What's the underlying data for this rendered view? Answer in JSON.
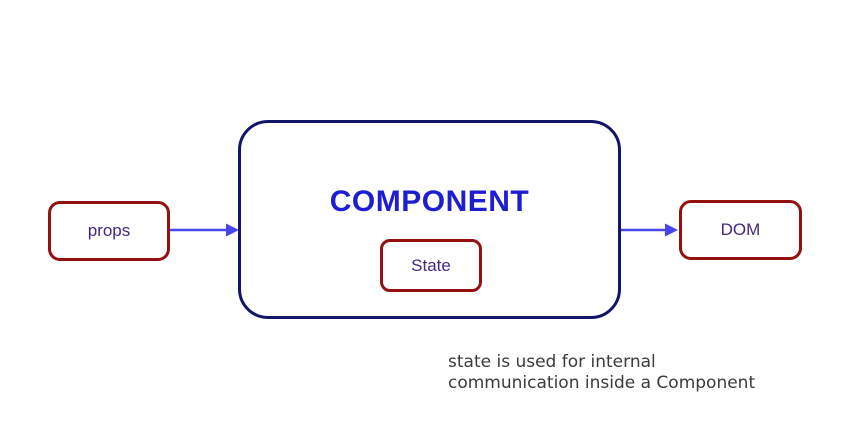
{
  "diagram": {
    "component_label": "COMPONENT",
    "props_label": "props",
    "state_label": "State",
    "dom_label": "DOM",
    "caption_line1": "state is used for internal",
    "caption_line2": "communication inside a Component",
    "colors": {
      "node_border_red": "#941111",
      "component_border_navy": "#14146a",
      "component_title_blue": "#1d1dd1",
      "node_text_purple": "#46287e",
      "arrow_blue": "#4646ec",
      "caption_gray": "#3b3b3b",
      "background": "#ffffff"
    }
  }
}
